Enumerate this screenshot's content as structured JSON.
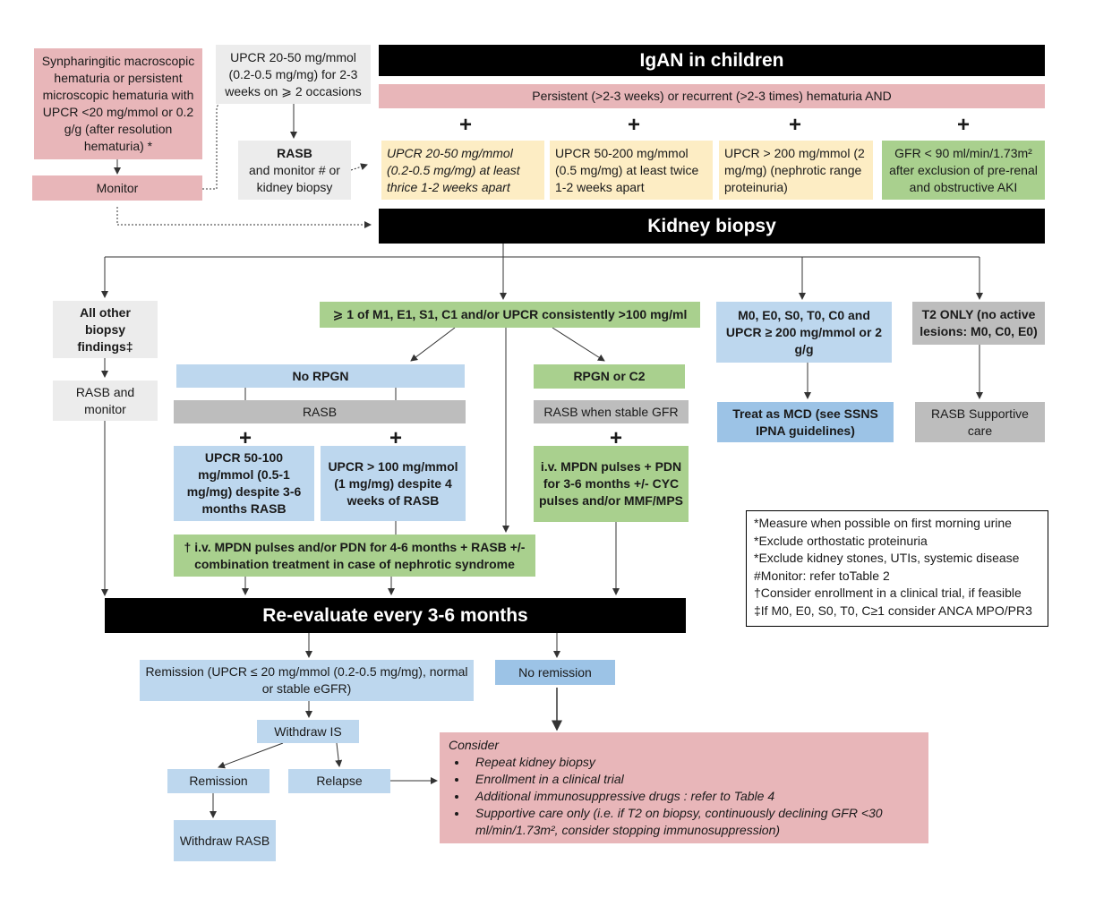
{
  "header": {
    "title": "IgAN in children",
    "criteria": "Persistent (>2-3 weeks) or recurrent (>2-3 times) hematuria AND"
  },
  "left": {
    "synpharingitic": "Synpharingitic macroscopic hematuria or persistent microscopic hematuria with UPCR <20 mg/mmol or 0.2 g/g (after resolution hematuria) *",
    "monitor": "Monitor",
    "upcr_small": "UPCR 20-50 mg/mmol (0.2-0.5 mg/mg) for 2-3 weeks on ⩾ 2 occasions",
    "rasb_title": "RASB",
    "rasb_text": "and monitor # or kidney biopsy"
  },
  "plus_sign": "+",
  "indications": [
    "UPCR 20-50 mg/mmol (0.2-0.5 mg/mg) at least thrice 1-2 weeks apart",
    "UPCR 50-200 mg/mmol (0.5 mg/mg) at least twice 1-2 weeks apart",
    "UPCR > 200 mg/mmol (2 mg/mg) (nephrotic range proteinuria)",
    "GFR < 90 ml/min/1.73m² after exclusion of pre-renal and obstructive AKI"
  ],
  "biopsy": "Kidney biopsy",
  "branches": {
    "other_findings": "All other biopsy findings‡",
    "other_rasb": "RASB and monitor",
    "criteria_m1": "⩾ 1 of M1, E1, S1, C1 and/or UPCR consistently >100 mg/ml",
    "no_rpgn": "No RPGN",
    "rasb": "RASB",
    "upcr_50_100": "UPCR 50-100 mg/mmol (0.5-1 mg/mg) despite 3-6 months RASB",
    "upcr_100": "UPCR > 100 mg/mmol (1 mg/mg) despite 4 weeks of RASB",
    "mpdn": "† i.v. MPDN pulses and/or PDN for 4-6 months + RASB +/- combination treatment in case of nephrotic syndrome",
    "rpgn": "RPGN or C2",
    "rasb_stable": "RASB when stable GFR",
    "iv_mpdn": "i.v. MPDN pulses + PDN for 3-6 months +/- CYC pulses and/or MMF/MPS",
    "m0": "M0, E0, S0, T0, C0 and UPCR ≥ 200 mg/mmol or 2 g/g",
    "mcd": "Treat as MCD (see SSNS IPNA guidelines)",
    "t2": "T2 ONLY (no active lesions: M0, C0, E0)",
    "t2_care": "RASB Supportive care"
  },
  "notes": [
    "*Measure when possible on first morning urine",
    "*Exclude orthostatic proteinuria",
    "*Exclude kidney stones, UTIs, systemic disease",
    "#Monitor: refer toTable 2",
    "†Consider enrollment in a clinical trial, if feasible",
    "‡If M0, E0, S0, T0, C≥1 consider ANCA MPO/PR3"
  ],
  "reevaluate": "Re-evaluate every 3-6 months",
  "outcome": {
    "remission": "Remission (UPCR ≤ 20 mg/mmol (0.2-0.5 mg/mg), normal or stable eGFR)",
    "no_remission": "No remission",
    "withdraw_is": "Withdraw IS",
    "remission2": "Remission",
    "relapse": "Relapse",
    "withdraw_rasb": "Withdraw RASB"
  },
  "consider": {
    "title": "Consider",
    "items": [
      "Repeat kidney biopsy",
      "Enrollment in a clinical trial",
      "Additional  immunosuppressive drugs : refer to Table 4",
      "Supportive care only (i.e. if T2 on biopsy, continuously declining GFR <30 ml/min/1.73m², consider stopping immunosuppression)"
    ]
  },
  "colors": {
    "pink": "#e8b6b9",
    "yellow": "#fdedc4",
    "green": "#a9d08e",
    "blue": "#bdd7ee",
    "gray": "#bdbdbd",
    "black": "#000000"
  }
}
